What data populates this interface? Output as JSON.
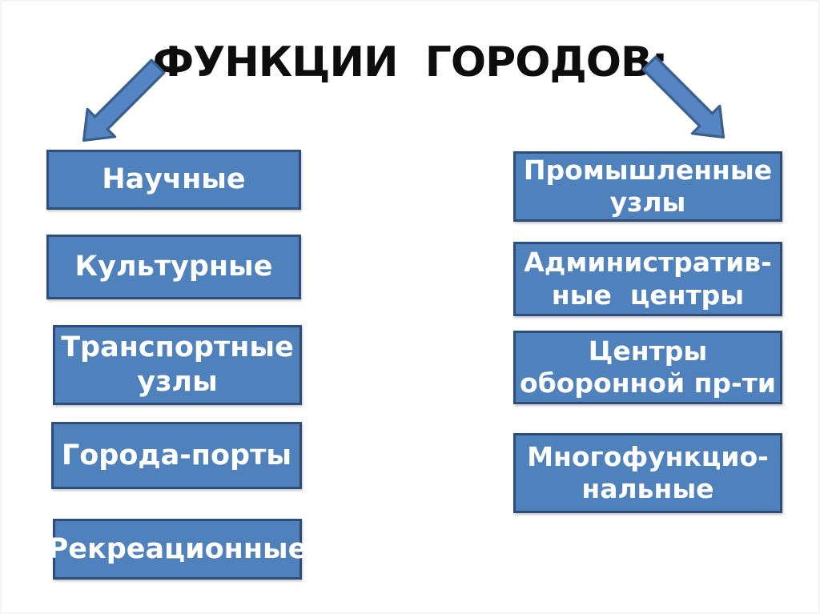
{
  "slide": {
    "title": "ФУНКЦИИ  ГОРОДОВ:",
    "left_column": {
      "items": [
        {
          "label": "Научные"
        },
        {
          "label": "Культурные"
        },
        {
          "label": "Транспортные\nузлы"
        },
        {
          "label": "Города-порты"
        },
        {
          "label": "Рекреационные"
        }
      ]
    },
    "right_column": {
      "items": [
        {
          "label": "Промышленные\nузлы"
        },
        {
          "label": "Административ-\nные  центры"
        },
        {
          "label": "Центры\nоборонной пр-ти"
        },
        {
          "label": "Многофункцио-\nнальные"
        }
      ]
    },
    "icons": {
      "left_arrow": "arrow-down-left",
      "right_arrow": "arrow-down-right"
    }
  },
  "colors": {
    "background": "#ffffff",
    "title-text": "#0d0d0d",
    "box-fill": "#4f81bd",
    "box-border": "#2e4d7b",
    "box-text": "#ffffff",
    "arrow-fill": "#5585c2",
    "arrow-border": "#38618f"
  }
}
